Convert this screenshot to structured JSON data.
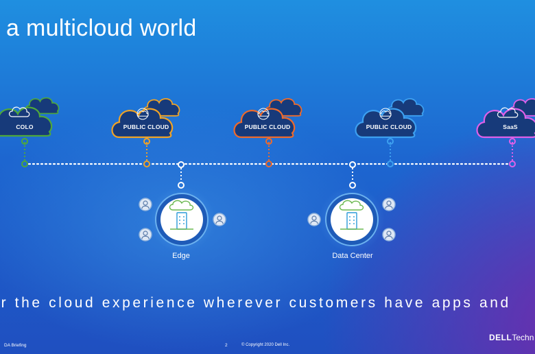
{
  "slide": {
    "title": "s a multicloud world",
    "tagline": "iver the cloud experience wherever customers have apps and",
    "footer_left": "DA Briefing",
    "page_number": "2",
    "copyright": "© Copyright 2020 Dell Inc.",
    "brand_bold": "DELL",
    "brand_rest": "Techn"
  },
  "clouds": [
    {
      "label": "COLO",
      "color": "#4ea83c"
    },
    {
      "label": "PUBLIC CLOUD",
      "color": "#f0a326"
    },
    {
      "label": "PUBLIC CLOUD",
      "color": "#f06a2a"
    },
    {
      "label": "PUBLIC CLOUD",
      "color": "#3da0f0"
    },
    {
      "label": "SaaS",
      "color": "#e060e8"
    }
  ],
  "nodes": [
    {
      "label": "Edge"
    },
    {
      "label": "Data Center"
    }
  ],
  "icons": {
    "cloud": "cloud-icon",
    "building": "building-icon",
    "user": "user-icon"
  }
}
